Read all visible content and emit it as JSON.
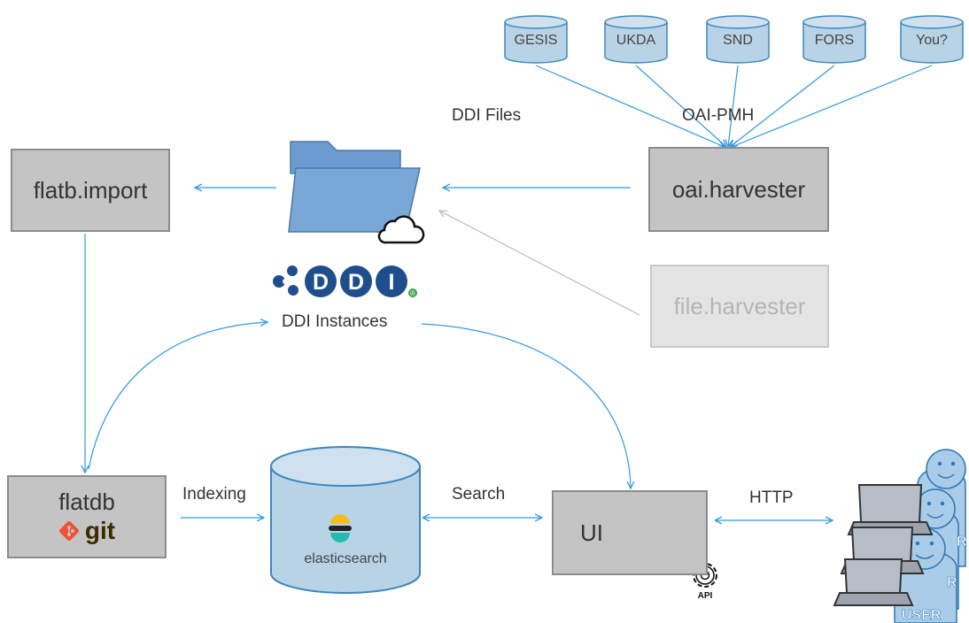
{
  "colors": {
    "arrow": "#2e9be0",
    "arrow_faded": "#c8c8c8",
    "box_fill": "#c4c4c4",
    "box_border": "#8c8c8c",
    "repo_fill": "#b9d3e6",
    "repo_stroke": "#3b87bd",
    "folder": "#6b9bcf",
    "git": "#f05033",
    "vue_green": "#41b883",
    "vue_blue": "#2e9be0"
  },
  "repositories": [
    {
      "label": "GESIS"
    },
    {
      "label": "UKDA"
    },
    {
      "label": "SND"
    },
    {
      "label": "FORS"
    },
    {
      "label": "You?"
    }
  ],
  "labels": {
    "ddi_files": "DDI Files",
    "oai_pmh": "OAI-PMH",
    "ddi_instances": "DDI Instances",
    "indexing": "Indexing",
    "search": "Search",
    "http": "HTTP"
  },
  "boxes": {
    "flatb_import": "flatb.import",
    "oai_harvester": "oai.harvester",
    "file_harvester": "file.harvester",
    "flatdb": "flatdb",
    "git": "git",
    "ui": "UI"
  },
  "elasticsearch": "elasticsearch",
  "ddi_logo": {
    "letters": [
      "D",
      "D",
      "I"
    ],
    "registered": "®"
  },
  "api": "API",
  "users": [
    "R",
    "R",
    "USER"
  ]
}
